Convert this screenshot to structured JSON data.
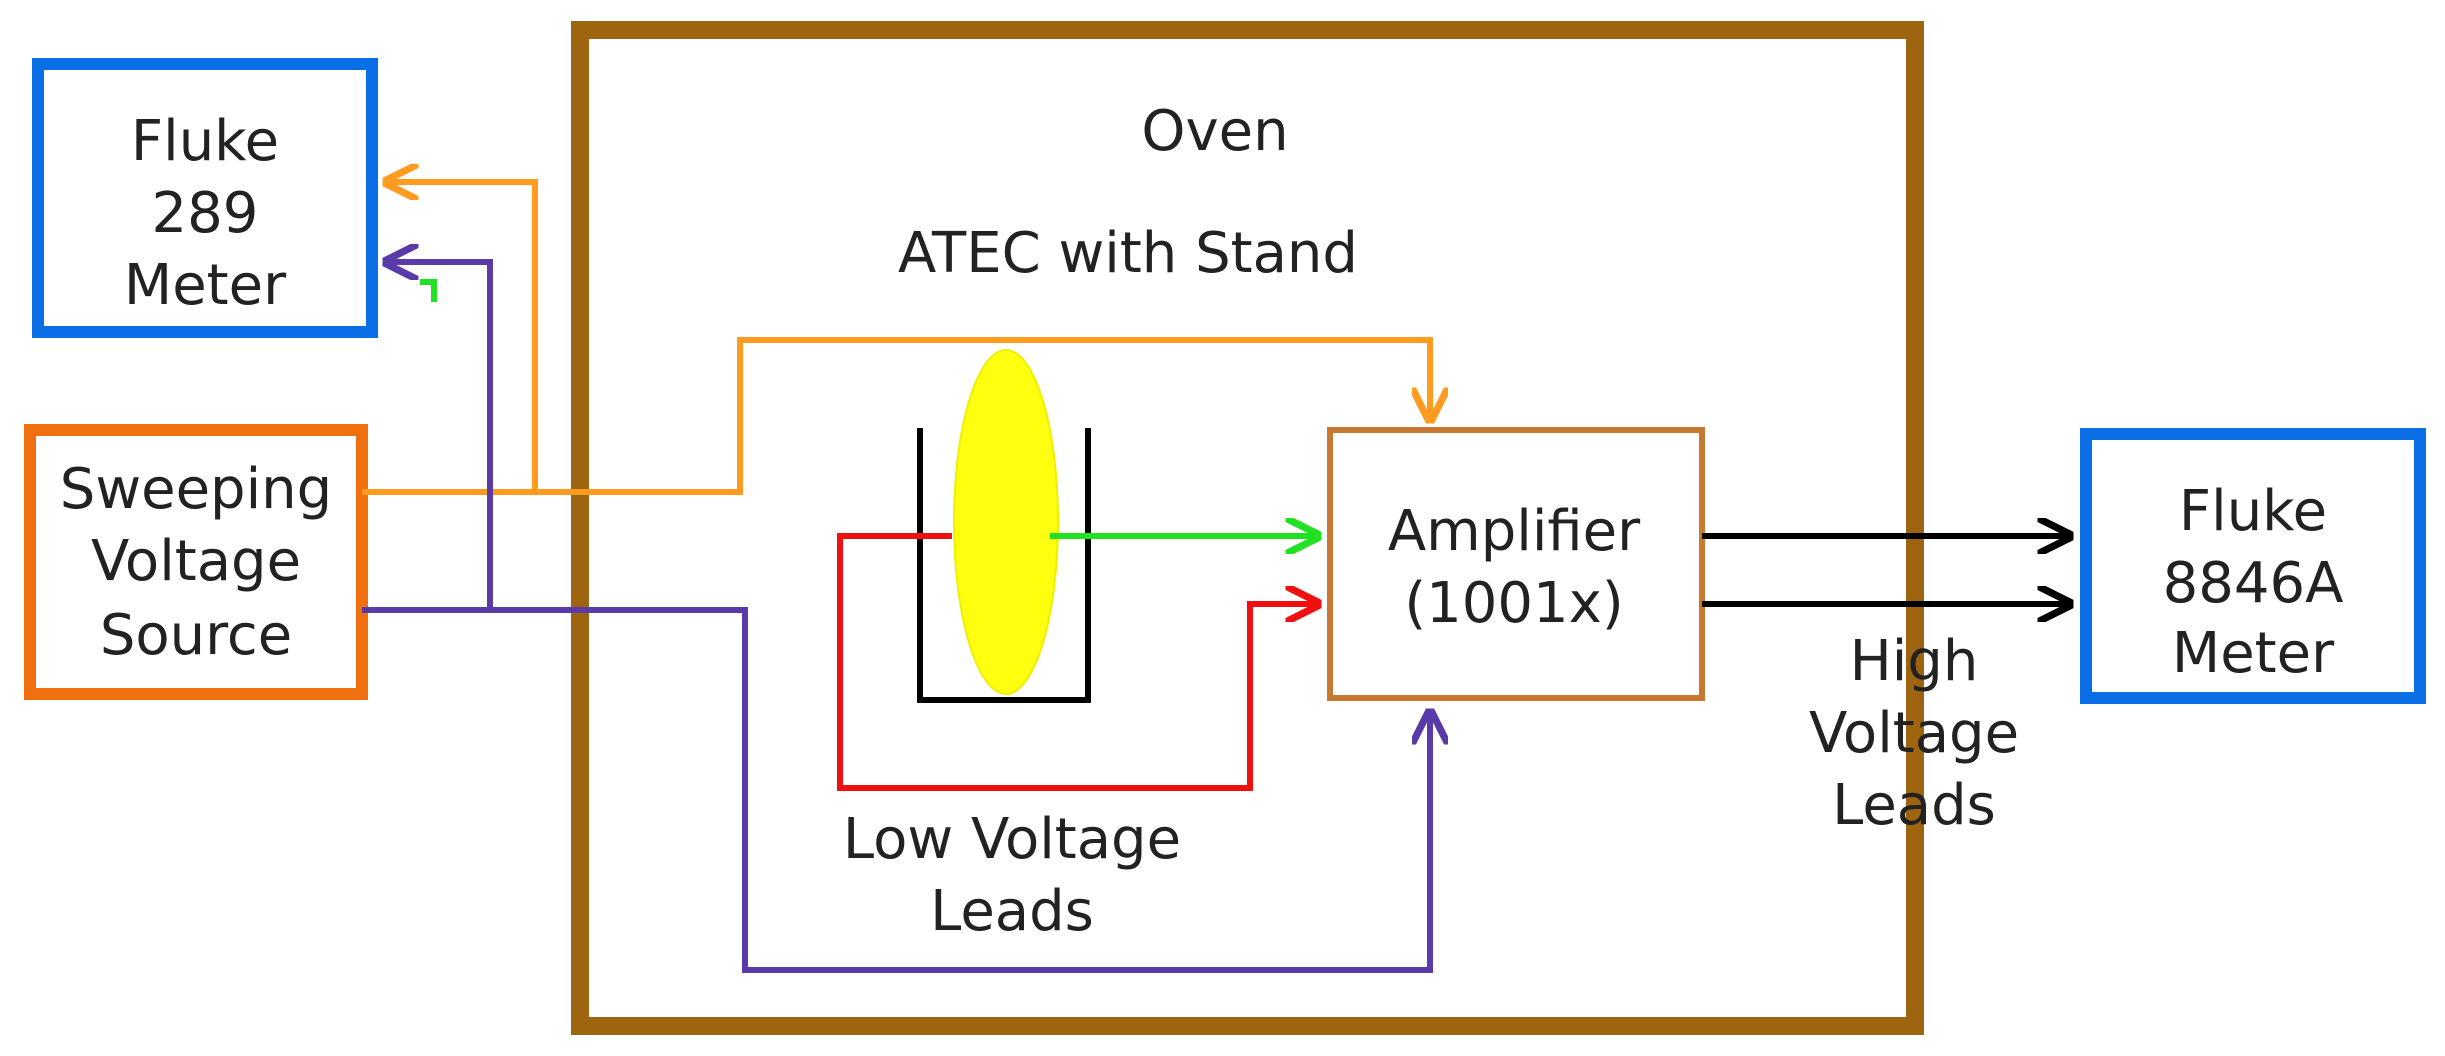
{
  "diagram": {
    "oven": {
      "title": "Oven",
      "subtitle": "ATEC with Stand"
    },
    "fluke289": {
      "lines": [
        "Fluke",
        "289",
        "Meter"
      ]
    },
    "source": {
      "lines": [
        "Sweeping",
        "Voltage",
        "Source"
      ]
    },
    "amplifier": {
      "lines": [
        "Amplifier",
        "(1001x)"
      ]
    },
    "fluke8846": {
      "lines": [
        "Fluke",
        "8846A",
        "Meter"
      ]
    },
    "low_voltage_leads": {
      "lines": [
        "Low Voltage",
        "Leads"
      ]
    },
    "high_voltage_leads": {
      "lines": [
        "High",
        "Voltage",
        "Leads"
      ]
    },
    "colors": {
      "oven_border": "#9E6410",
      "meter_border": "#0A6FE6",
      "source_border": "#F07010",
      "amplifier_border": "#C87830",
      "orange_wire": "#FF9C20",
      "purple_wire": "#5A3AA8",
      "green_wire": "#22E022",
      "red_wire": "#F01010",
      "black_wire": "#000000",
      "sample": "#FFFF10"
    }
  }
}
